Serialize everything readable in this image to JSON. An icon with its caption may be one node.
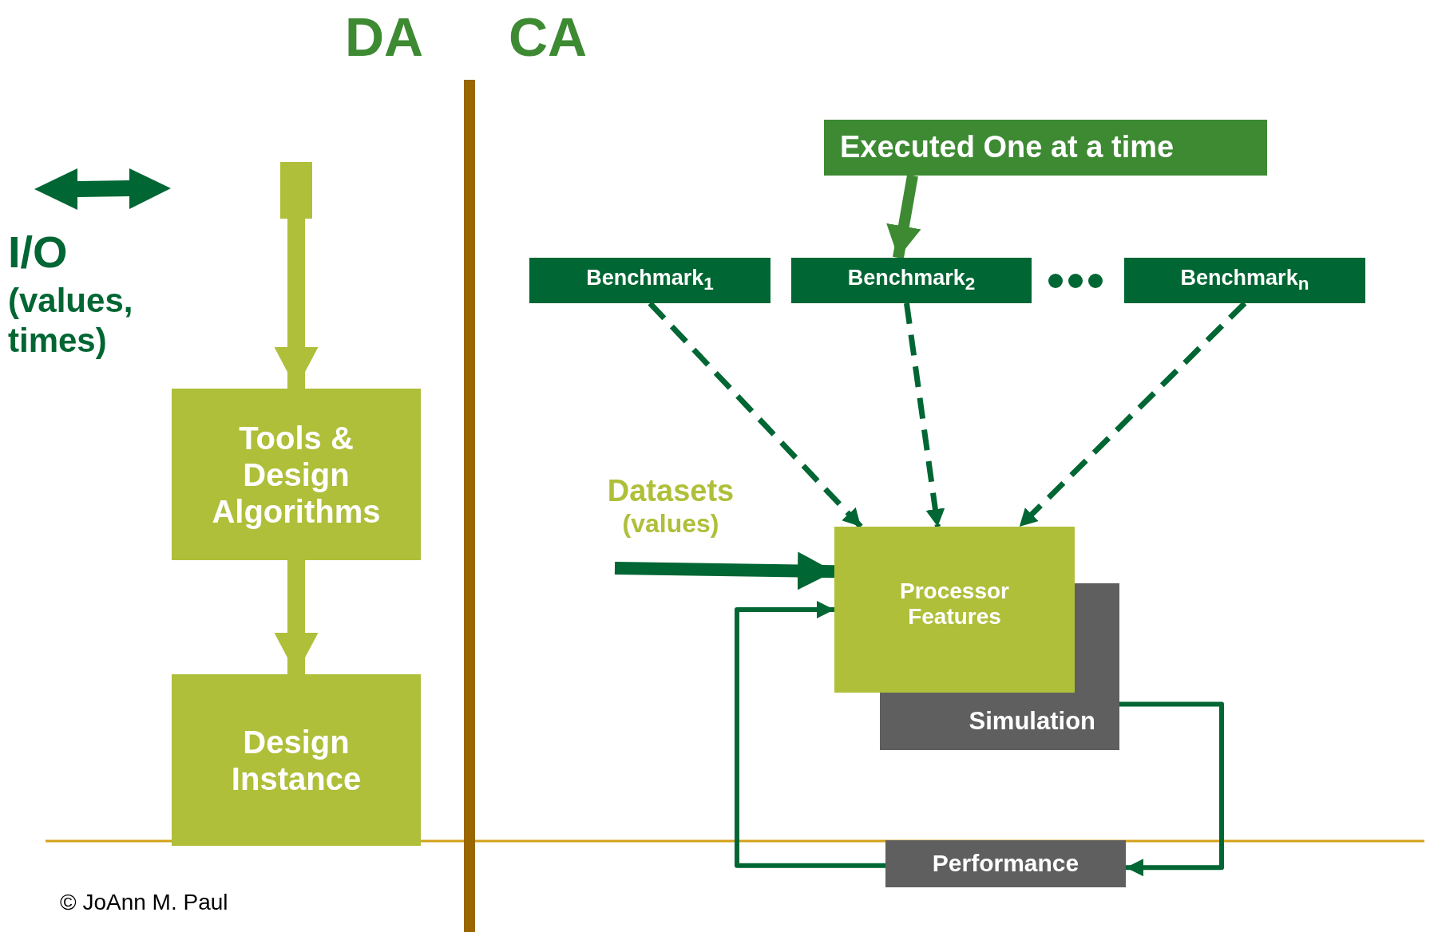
{
  "diagram": {
    "nodes": [
      {
        "text": [],
        "shape": "box"
      },
      {
        "text": [
          "Tools & Design Algorithms"
        ]
      },
      {
        "text": [
          "Design Instance"
        ]
      },
      {
        "text": [
          "Executed One at a time"
        ]
      },
      {
        "text": [
          "Benchmark$_{1}$"
        ]
      },
      {
        "text": [
          "Benchmark$_{2}$"
        ]
      },
      {
        "text": [
          "Benchmark$_{n}$"
        ]
      },
      {
        "text": [
          "Datasets",
          "(values)"
        ]
      },
      {
        "text": [
          "Simulation"
        ]
      },
      {
        "text": [
          "Processor Features"
        ]
      },
      {
        "text": [
          "Performance"
        ]
      }
    ],
    "edges": [
      {
        "from": 0,
        "to": 1,
        "arrow": "to",
        "style": "thick",
        "color": "#afbf3a"
      },
      {
        "from": 1,
        "to": 2,
        "arrow": "to",
        "style": "thick",
        "color": "#afbf3a"
      },
      {
        "from": 3,
        "to": 5,
        "arrow": "to",
        "style": "thick",
        "color": "#3d8a33"
      },
      {
        "from": 4,
        "to": 9,
        "arrow": "to",
        "style": "dashed"
      },
      {
        "from": 5,
        "to": 9,
        "arrow": "to",
        "style": "dashed"
      },
      {
        "from": 6,
        "to": 9,
        "arrow": "to",
        "style": "dashed"
      },
      {
        "from": 7,
        "to": 9,
        "arrow": "to",
        "style": "thick"
      },
      {
        "from": 8,
        "to": 10,
        "arrow": "to"
      },
      {
        "from": 10,
        "to": 9,
        "arrow": "to"
      }
    ],
    "labels": [
      "DA",
      "CA",
      "I/O",
      "(values, times)",
      "© JoAnn M. Paul"
    ]
  }
}
